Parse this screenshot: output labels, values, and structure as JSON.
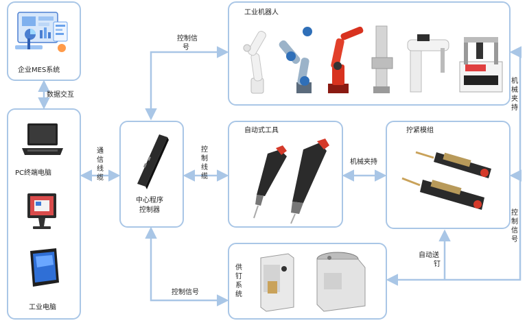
{
  "nodes": {
    "mes": "企业MES系统",
    "pc": "PC终端电脑",
    "ipc": "工业电脑",
    "controller_line1": "中心程序",
    "controller_line2": "控制器",
    "robots": "工业机器人",
    "tools": "自动式工具",
    "tighten": "拧紧模组",
    "feeder": "供钉系统"
  },
  "edges": {
    "data_exchange": "数据交互",
    "comm_line": "通信线缆",
    "ctrl_signal_top_line1": "控制信",
    "ctrl_signal_top_line2": "号",
    "ctrl_cable": "控制线缆",
    "mech_clamp_h": "机械夹持",
    "mech_clamp_v": "机械夹持",
    "ctrl_signal_right": "控制信号",
    "auto_feed_line1": "自动送",
    "auto_feed_line2": "钉",
    "ctrl_signal_bottom": "控制信号"
  },
  "colors": {
    "border": "#a9c6e6",
    "arrow": "#a9c6e6"
  }
}
